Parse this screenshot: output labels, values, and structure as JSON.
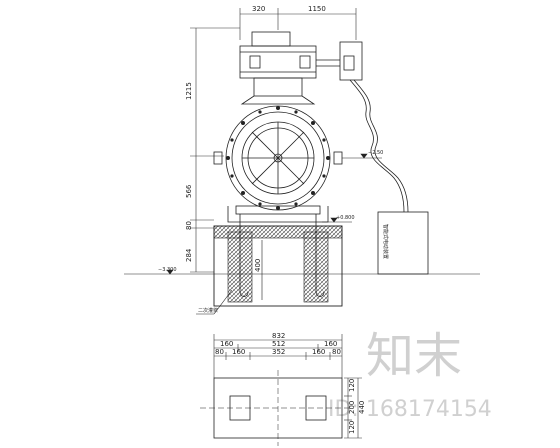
{
  "dimensions": {
    "top_left": "320",
    "top_right": "1150",
    "height_upper": "1215",
    "height_mid": "566",
    "height_80": "80",
    "height_284": "284",
    "depth_400": "400",
    "plan_total": "832",
    "plan_160_left": "160",
    "plan_512": "512",
    "plan_160_right": "160",
    "plan_80_left": "80",
    "plan_160b_left": "160",
    "plan_352": "352",
    "plan_160b_right": "160",
    "plan_80_right": "80",
    "plan_120_top": "120",
    "plan_200": "200",
    "plan_120_bottom": "120",
    "plan_440": "440"
  },
  "levels": {
    "right_level": "−2.50",
    "base_level": "+0.800",
    "left_level": "−3.300",
    "electric_box_label": "智能式电动装置",
    "side_note": "二次灌浆"
  },
  "watermark": {
    "brand": "知末",
    "id_text": "ID: 168174154"
  }
}
